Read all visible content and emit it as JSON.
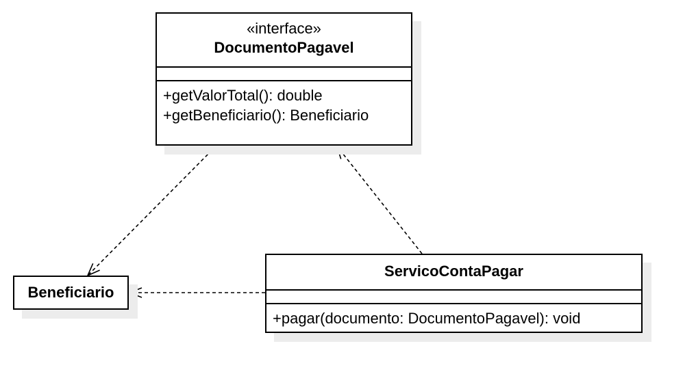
{
  "classes": {
    "documento_pagavel": {
      "stereotype": "«interface»",
      "name": "DocumentoPagavel",
      "methods": [
        "+getValorTotal(): double",
        "+getBeneficiario(): Beneficiario"
      ]
    },
    "servico_conta_pagar": {
      "name": "ServicoContaPagar",
      "methods": [
        "+pagar(documento: DocumentoPagavel): void"
      ]
    },
    "beneficiario": {
      "name": "Beneficiario"
    }
  },
  "colors": {
    "line": "#000000",
    "shadow": "#ececec",
    "background": "#ffffff"
  }
}
